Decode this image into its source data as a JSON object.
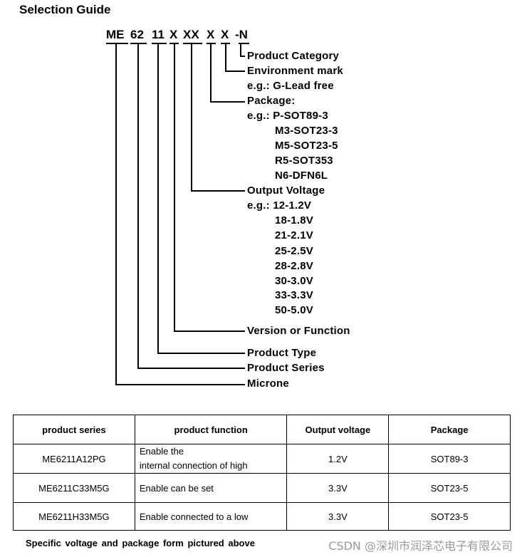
{
  "title": "Selection Guide",
  "code_parts": [
    "ME",
    "62",
    "11",
    "X",
    "XX",
    "X",
    "X",
    "-N"
  ],
  "descriptions": {
    "product_category": "Product Category",
    "environment_mark": "Environment mark",
    "environment_example": "e.g.: G-Lead free",
    "package": "Package:",
    "package_examples": [
      "e.g.: P-SOT89-3",
      "M3-SOT23-3",
      "M5-SOT23-5",
      "R5-SOT353",
      "N6-DFN6L"
    ],
    "output_voltage": "Output Voltage",
    "voltage_examples": [
      "e.g.: 12-1.2V",
      "18-1.8V",
      "21-2.1V",
      "25-2.5V",
      "28-2.8V",
      "30-3.0V",
      "33-3.3V",
      "50-5.0V"
    ],
    "version": "Version or Function",
    "product_type": "Product Type",
    "product_series": "Product Series",
    "microne": "Microne"
  },
  "table": {
    "headers": [
      "product series",
      "product function",
      "Output voltage",
      "Package"
    ],
    "rows": [
      {
        "series": "ME6211A12PG",
        "function_lines": [
          "Enable the",
          "internal connection of high"
        ],
        "voltage": "1.2V",
        "package": "SOT89-3"
      },
      {
        "series": "ME6211C33M5G",
        "function_lines": [
          "Enable can be set"
        ],
        "voltage": "3.3V",
        "package": "SOT23-5"
      },
      {
        "series": "ME6211H33M5G",
        "function_lines": [
          "Enable connected to a low"
        ],
        "voltage": "3.3V",
        "package": "SOT23-5"
      }
    ]
  },
  "footer": "Specific voltage   and package form pictured above",
  "watermark": "CSDN @深圳市润泽芯电子有限公司",
  "colors": {
    "text": "#000000",
    "watermark": "#9a9a9a",
    "background": "#ffffff"
  }
}
